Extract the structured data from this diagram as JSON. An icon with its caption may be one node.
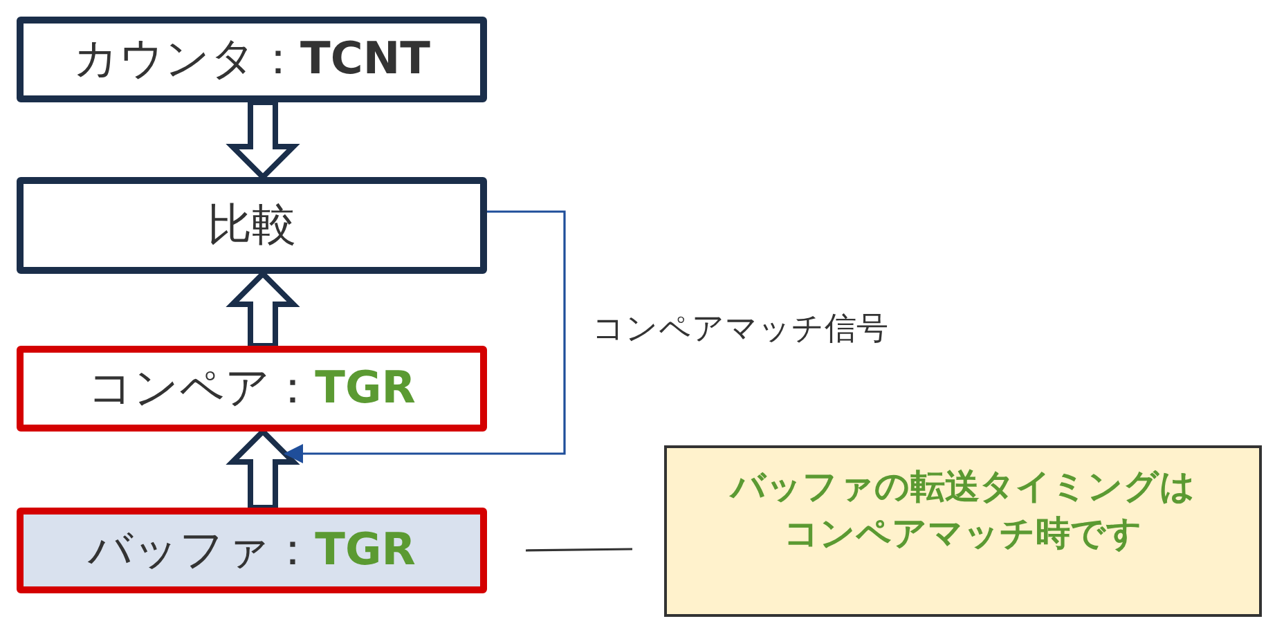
{
  "diagram": {
    "nodes": [
      {
        "text": [
          "カウンタ：**TCNT**"
        ]
      },
      {
        "text": [
          "比較"
        ]
      },
      {
        "text": [
          "コンペア：**TGR**"
        ]
      },
      {
        "text": [
          "バッファ：**TGR**"
        ]
      },
      {
        "text": [
          "バッファの転送タイミングはコンペアマッチ時です"
        ]
      }
    ],
    "edges": [
      {
        "from": 0,
        "to": 1,
        "arrow": "to",
        "style": "thick"
      },
      {
        "from": 2,
        "to": 1,
        "arrow": "to",
        "style": "thick"
      },
      {
        "from": 3,
        "to": 2,
        "arrow": "to",
        "style": "thick"
      },
      {
        "from": 1,
        "to": 2,
        "arrow": "to",
        "label": "コンペアマッチ信号",
        "color": "#1f4e9a"
      },
      {
        "from": 3,
        "to": 4,
        "arrow": "none",
        "color": "#333333"
      }
    ]
  }
}
